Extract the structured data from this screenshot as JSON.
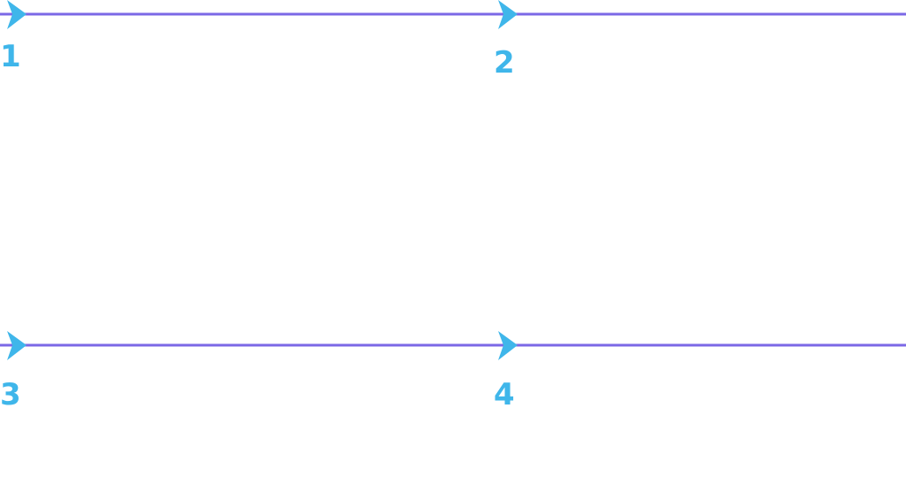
{
  "colors": {
    "line": "#7b68e6",
    "marker": "#3fb6ea",
    "label": "#3fb6ea",
    "background": "#ffffff"
  },
  "icons": {
    "marker": "arrow-right-icon"
  },
  "labels": {
    "step1": "1",
    "step2": "2",
    "step3": "3",
    "step4": "4"
  }
}
